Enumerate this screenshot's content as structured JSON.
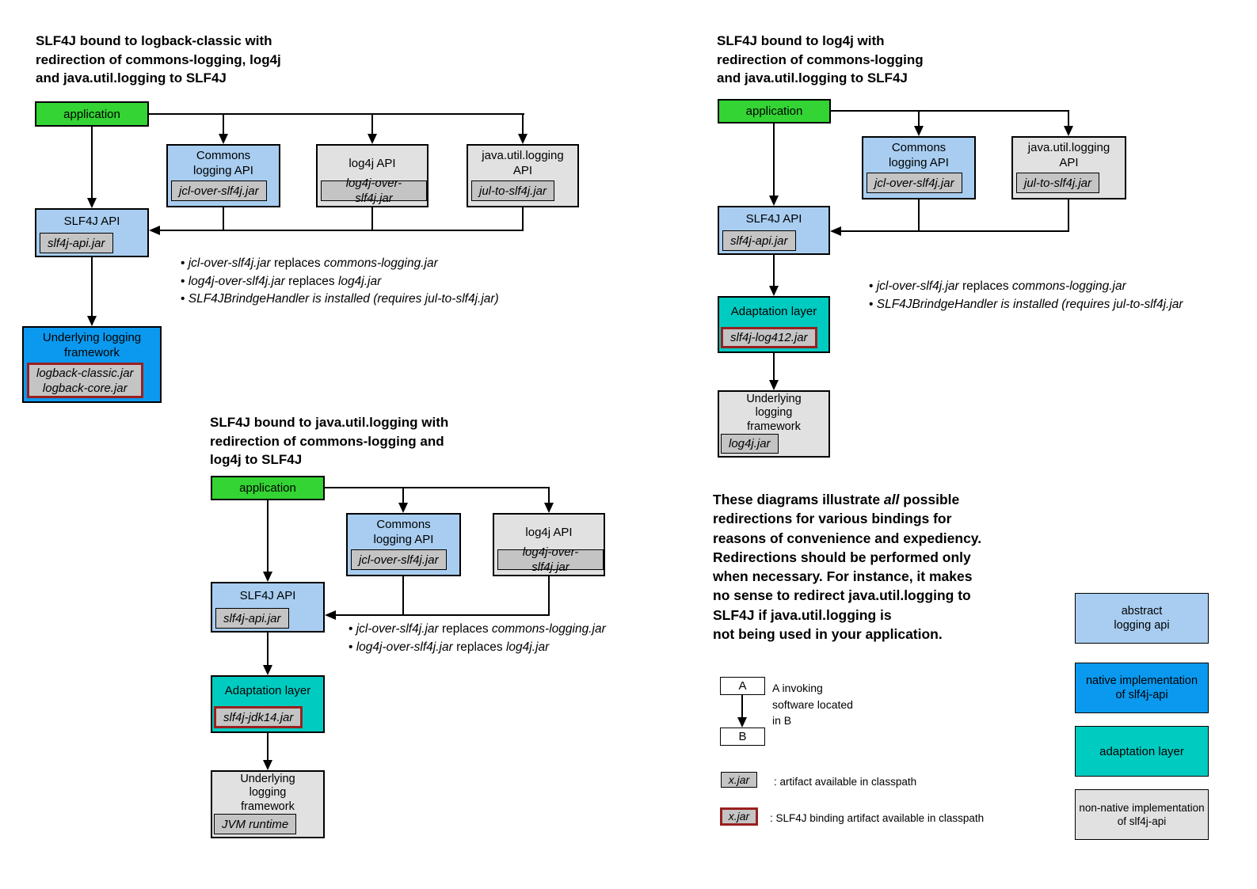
{
  "colors": {
    "application_green": "#33d433",
    "abstract_blue": "#a8cdf0",
    "native_blue": "#0a99ee",
    "adaptation_teal": "#00cbc0",
    "nonnative_gray": "#e1e1e1",
    "jar_gray": "#c4c4c4",
    "binding_border_red": "#9a2020"
  },
  "d1": {
    "title": "SLF4J bound to logback-classic with\nredirection of commons-logging, log4j\nand java.util.logging to SLF4J",
    "application_label": "application",
    "commons_label": "Commons\nlogging API",
    "commons_jar": "jcl-over-slf4j.jar",
    "log4j_label": "log4j API",
    "log4j_jar": "log4j-over-slf4j.jar",
    "jul_label": "java.util.logging\nAPI",
    "jul_jar": "jul-to-slf4j.jar",
    "slf4j_label": "SLF4J API",
    "slf4j_jar": "slf4j-api.jar",
    "underlying_label": "Underlying logging\nframework",
    "underlying_jar": "logback-classic.jar\nlogback-core.jar",
    "bullets": [
      [
        {
          "t": "jcl-over-slf4j.jar",
          "i": 1
        },
        {
          "t": " replaces ",
          "i": 0
        },
        {
          "t": "commons-logging.jar",
          "i": 1
        }
      ],
      [
        {
          "t": "log4j-over-slf4j.jar",
          "i": 1
        },
        {
          "t": " replaces ",
          "i": 0
        },
        {
          "t": "log4j.jar",
          "i": 1
        }
      ],
      [
        {
          "t": "SLF4JBrindgeHandler is installed (requires jul-to-slf4j.jar)",
          "i": 1
        }
      ]
    ]
  },
  "d2": {
    "title": "SLF4J bound to log4j with\nredirection of commons-logging\nand java.util.logging to SLF4J",
    "application_label": "application",
    "commons_label": "Commons\nlogging API",
    "commons_jar": "jcl-over-slf4j.jar",
    "jul_label": "java.util.logging\nAPI",
    "jul_jar": "jul-to-slf4j.jar",
    "slf4j_label": "SLF4J API",
    "slf4j_jar": "slf4j-api.jar",
    "adaptation_label": "Adaptation layer",
    "adaptation_jar": "slf4j-log412.jar",
    "underlying_label": "Underlying\nlogging\nframework",
    "underlying_jar": "log4j.jar",
    "bullets": [
      [
        {
          "t": "jcl-over-slf4j.jar",
          "i": 1
        },
        {
          "t": " replaces ",
          "i": 0
        },
        {
          "t": "commons-logging.jar",
          "i": 1
        }
      ],
      [
        {
          "t": "SLF4JBrindgeHandler is installed (requires jul-to-slf4j.jar",
          "i": 1
        }
      ]
    ]
  },
  "d3": {
    "title": "SLF4J bound to java.util.logging with\nredirection of commons-logging and\nlog4j to SLF4J",
    "application_label": "application",
    "commons_label": "Commons\nlogging API",
    "commons_jar": "jcl-over-slf4j.jar",
    "log4j_label": "log4j API",
    "log4j_jar": "log4j-over-slf4j.jar",
    "slf4j_label": "SLF4J API",
    "slf4j_jar": "slf4j-api.jar",
    "adaptation_label": "Adaptation layer",
    "adaptation_jar": "slf4j-jdk14.jar",
    "underlying_label": "Underlying\nlogging\nframework",
    "underlying_jar": "JVM runtime",
    "bullets": [
      [
        {
          "t": "jcl-over-slf4j.jar",
          "i": 1
        },
        {
          "t": " replaces ",
          "i": 0
        },
        {
          "t": "commons-logging.jar",
          "i": 1
        }
      ],
      [
        {
          "t": "log4j-over-slf4j.jar",
          "i": 1
        },
        {
          "t": " replaces ",
          "i": 0
        },
        {
          "t": "log4j.jar",
          "i": 1
        }
      ]
    ]
  },
  "note": {
    "segments": [
      {
        "t": "These diagrams illustrate ",
        "i": 0
      },
      {
        "t": "all",
        "i": 1
      },
      {
        "t": " possible\nredirections for various bindings for\nreasons of convenience and expediency.\nRedirections should be performed only\nwhen necessary. For instance, it makes\nno sense to redirect java.util.logging to\nSLF4J if java.util.logging is\nnot being used in your application.",
        "i": 0
      }
    ]
  },
  "legend": {
    "a_label": "A",
    "b_label": "B",
    "ab_caption": "A invoking\nsoftware located\nin B",
    "xjar_label": "x.jar",
    "artifact_caption": ": artifact available in classpath",
    "binding_caption": ": SLF4J binding artifact available in classpath",
    "abstract_label": "abstract\nlogging api",
    "native_label": "native implementation\nof slf4j-api",
    "adaptation_label": "adaptation layer",
    "nonnative_label": "non-native implementation\nof slf4j-api"
  }
}
